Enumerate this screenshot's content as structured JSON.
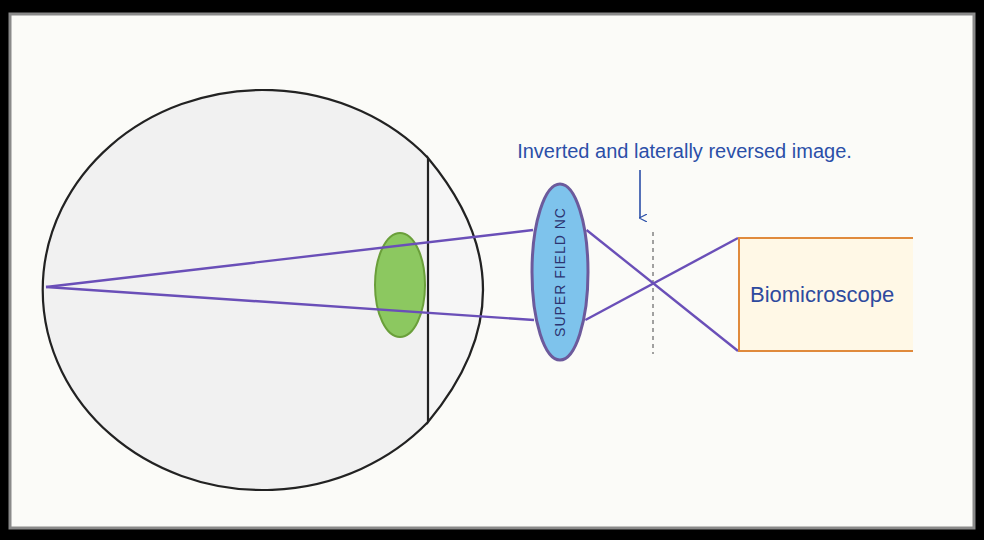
{
  "diagram": {
    "nodes": [
      {
        "text": [
          "SUPER FIELD NC"
        ]
      },
      {
        "text": [
          "Biomicroscope"
        ]
      }
    ],
    "edges": [
      {
        "from": 0,
        "to": 1,
        "arrow": "none"
      },
      {
        "from": 0,
        "to": 1,
        "arrow": "none"
      }
    ],
    "labels": [
      "Inverted and laterally reversed image."
    ]
  }
}
